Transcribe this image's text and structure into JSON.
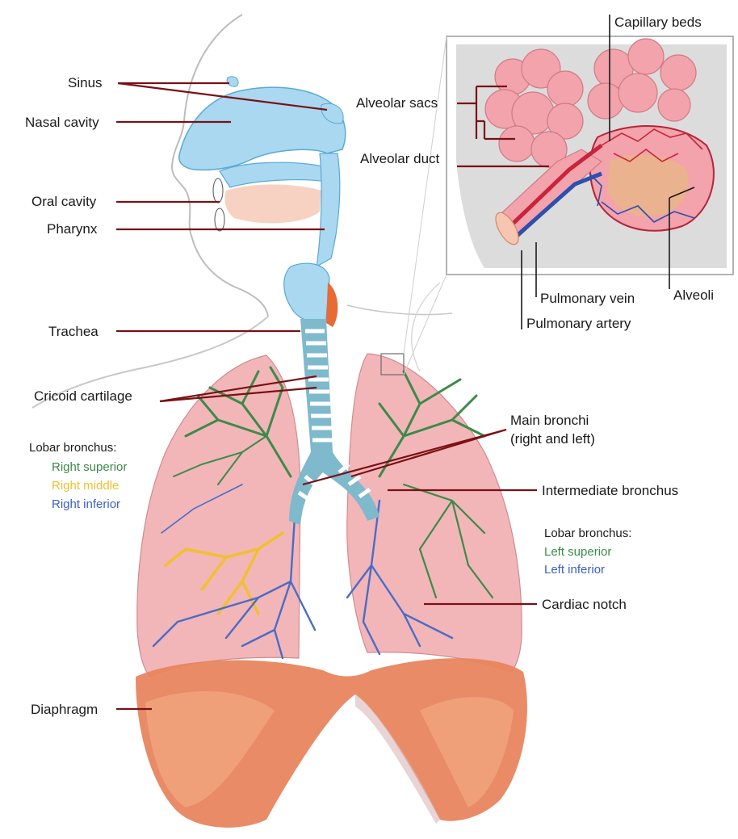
{
  "labels": {
    "sinus": "Sinus",
    "nasal_cavity": "Nasal cavity",
    "oral_cavity": "Oral cavity",
    "pharynx": "Pharynx",
    "trachea": "Trachea",
    "cricoid_cartilage": "Cricoid cartilage",
    "diaphragm": "Diaphragm",
    "main_bronchi_1": "Main bronchi",
    "main_bronchi_2": "(right and left)",
    "intermediate_bronchus": "Intermediate bronchus",
    "cardiac_notch": "Cardiac notch",
    "alveolar_sacs": "Alveolar sacs",
    "alveolar_duct": "Alveolar duct",
    "capillary_beds": "Capillary beds",
    "pulmonary_vein": "Pulmonary vein",
    "pulmonary_artery": "Pulmonary artery",
    "alveoli": "Alveoli"
  },
  "legend_right_lung": {
    "heading": "Lobar bronchus:",
    "items": [
      {
        "label": "Right superior",
        "color": "#3c8a4a"
      },
      {
        "label": "Right middle",
        "color": "#f0c030"
      },
      {
        "label": "Right inferior",
        "color": "#3a5fc8"
      }
    ]
  },
  "legend_left_lung": {
    "heading": "Lobar bronchus:",
    "items": [
      {
        "label": "Left superior",
        "color": "#3c8a4a"
      },
      {
        "label": "Left inferior",
        "color": "#3a5fc8"
      }
    ]
  },
  "colors": {
    "airway": "#a9d8f0",
    "lung": "#f2b6b8",
    "diaphragm": "#e8855e",
    "leader": "#7a1014"
  }
}
